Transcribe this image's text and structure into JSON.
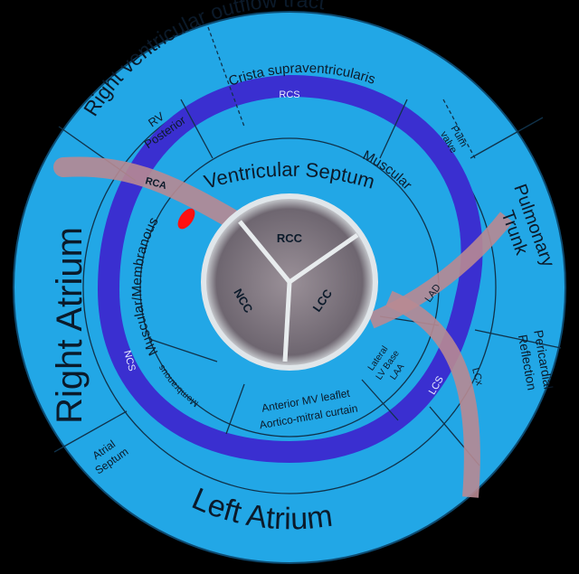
{
  "colors": {
    "disc": "#22a7e6",
    "band": "#3a2fd0",
    "vessel": "#b88a92",
    "marker": "#ff1010",
    "background": "#000000"
  },
  "outer": {
    "rvot": "Right ventricular outflow tract",
    "right_atrium": "Right Atrium",
    "left_atrium": "Left Atrium",
    "pulmonary_trunk_1": "Pulmonary",
    "pulmonary_trunk_2": "Trunk",
    "pericardial_1": "Pericardial",
    "pericardial_2": "Reflection",
    "atrial_septum_1": "Atrial",
    "atrial_septum_2": "Septum"
  },
  "middle": {
    "crista": "Crista supraventricularis",
    "rv_1": "RV",
    "rv_2": "Posterior",
    "pulm_1": "Pulm",
    "pulm_2": "valve",
    "rcs": "RCS",
    "ncs": "NCS",
    "lcs": "LCS"
  },
  "inner": {
    "ventricular_septum": "Ventricular Septum",
    "muscular": "Muscular",
    "muscular_membranous": "Muscular/Membranous",
    "membranous": "Membranous",
    "mv_1": "Anterior MV leaflet",
    "mv_2": "Aortico-mitral curtain",
    "lat_1": "Lateral",
    "lat_2": "LV Base",
    "lat_3": "LAA"
  },
  "valve": {
    "rcc": "RCC",
    "ncc": "NCC",
    "lcc": "LCC"
  },
  "vessels": {
    "rca": "RCA",
    "lad": "LAD",
    "lcx": "LCx"
  }
}
